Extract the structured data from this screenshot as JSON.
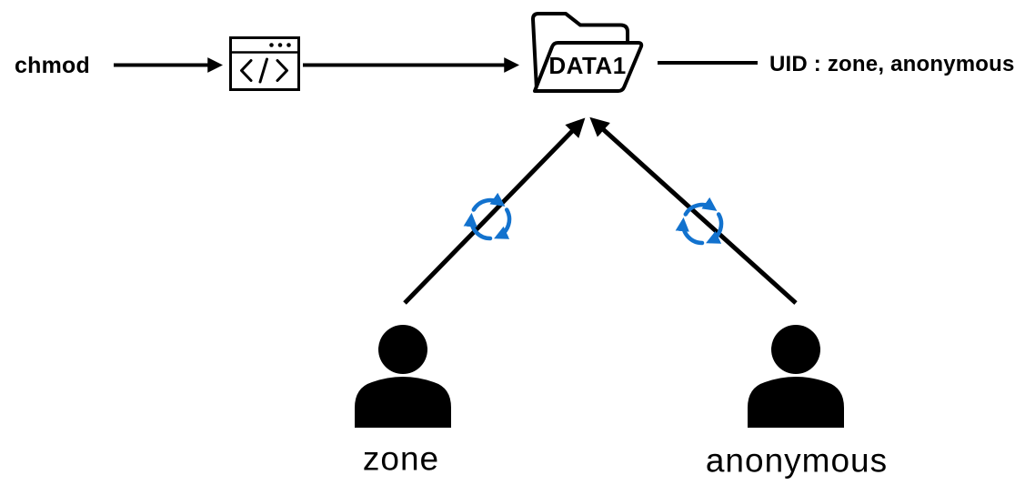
{
  "labels": {
    "chmod": "chmod",
    "folder_name": "DATA1",
    "uid": "UID : zone, anonymous",
    "user_left": "zone",
    "user_right": "anonymous"
  },
  "colors": {
    "line": "#000000",
    "text": "#000000",
    "sync_blue": "#1272CE",
    "background": "#FFFFFF"
  },
  "icons": {
    "code_window": "code-window-icon",
    "folder": "open-folder-icon",
    "sync": "sync-rotate-icon",
    "user": "person-icon"
  }
}
